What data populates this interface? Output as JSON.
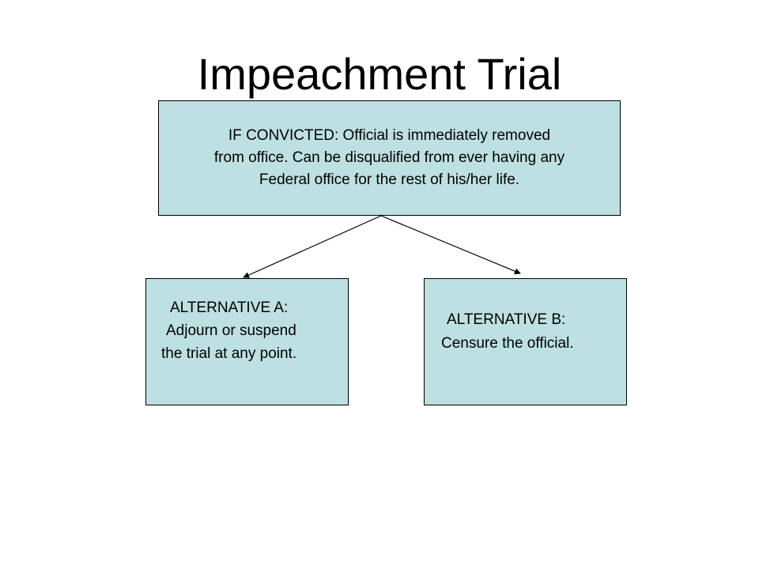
{
  "title": "Impeachment Trial",
  "main_box": {
    "lines": [
      "IF CONVICTED:  Official is immediately removed",
      "from office.  Can be disqualified from ever having any",
      "Federal office for the rest of his/her life."
    ]
  },
  "alternative_a": {
    "heading": "ALTERNATIVE A:",
    "lines": [
      "Adjourn or suspend",
      "the trial at any point."
    ]
  },
  "alternative_b": {
    "heading": "ALTERNATIVE B:",
    "lines": [
      "Censure the official."
    ]
  },
  "colors": {
    "box_fill": "#bde0e2",
    "border": "#000000",
    "background": "#ffffff"
  }
}
